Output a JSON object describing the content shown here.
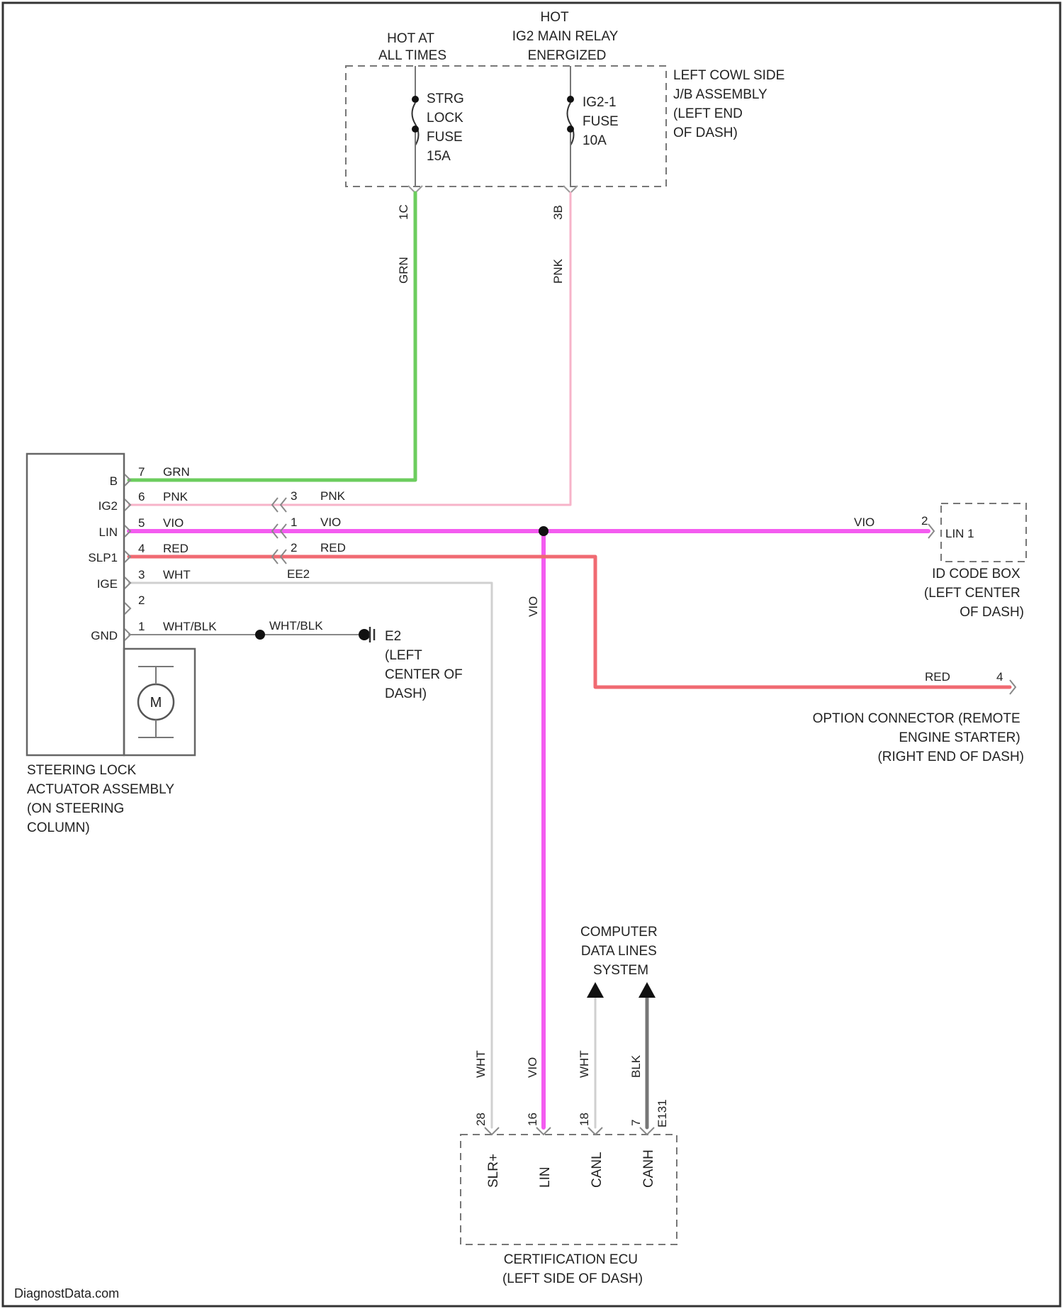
{
  "colors": {
    "grn": "#6ccd5e",
    "pnk": "#f7b3c9",
    "vio": "#f45cf0",
    "red": "#f06a72",
    "wht": "#d0d0d0",
    "blk": "#777777"
  },
  "labels": {
    "hot_always": [
      "HOT AT",
      "ALL TIMES"
    ],
    "hot_ig2": [
      "HOT",
      "IG2 MAIN RELAY",
      "ENERGIZED"
    ],
    "fuse1": [
      "STRG",
      "LOCK",
      "FUSE",
      "15A"
    ],
    "fuse2": [
      "IG2-1",
      "FUSE",
      "10A"
    ],
    "jb": [
      "LEFT COWL SIDE",
      "J/B ASSEMBLY",
      "(LEFT END",
      "OF DASH)"
    ],
    "jb_pin1": "1C",
    "jb_pin2": "3B",
    "grn_vert": "GRN",
    "pnk_vert": "PNK",
    "actuator": [
      "STEERING LOCK",
      "ACTUATOR ASSEMBLY",
      "(ON STEERING",
      "COLUMN)"
    ],
    "motor": "M",
    "pins": [
      {
        "name": "B",
        "num": "7",
        "wire": "GRN"
      },
      {
        "name": "IG2",
        "num": "6",
        "wire": "PNK"
      },
      {
        "name": "LIN",
        "num": "5",
        "wire": "VIO"
      },
      {
        "name": "SLP1",
        "num": "4",
        "wire": "RED"
      },
      {
        "name": "IGE",
        "num": "3",
        "wire": "WHT"
      },
      {
        "name": "",
        "num": "2",
        "wire": ""
      },
      {
        "name": "GND",
        "num": "1",
        "wire": "WHT/BLK"
      }
    ],
    "conn": {
      "pnk_pin": "3",
      "pnk_wire": "PNK",
      "vio_pin": "1",
      "vio_wire": "VIO",
      "red_pin": "2",
      "red_wire": "RED",
      "wht_code": "EE2",
      "gnd_wire": "WHT/BLK"
    },
    "ground": [
      "E2",
      "(LEFT",
      "CENTER OF",
      "DASH)"
    ],
    "id_box_wire": "VIO",
    "id_box_pin": "2",
    "id_box_term": "LIN 1",
    "id_box": [
      "ID CODE BOX",
      "(LEFT CENTER",
      "OF DASH)"
    ],
    "vio_vert": "VIO",
    "opt_wire": "RED",
    "opt_pin": "4",
    "opt": [
      "OPTION CONNECTOR (REMOTE",
      "ENGINE STARTER)",
      "(RIGHT END OF DASH)"
    ],
    "data_lines": [
      "COMPUTER",
      "DATA LINES",
      "SYSTEM"
    ],
    "ecu_wires": [
      "WHT",
      "VIO",
      "WHT",
      "BLK"
    ],
    "ecu_pins": [
      "28",
      "16",
      "18",
      "7"
    ],
    "ecu_conn": "E131",
    "ecu_terms": [
      "SLR+",
      "LIN",
      "CANL",
      "CANH"
    ],
    "ecu": [
      "CERTIFICATION ECU",
      "(LEFT SIDE OF DASH)"
    ],
    "watermark": "DiagnostData.com"
  }
}
